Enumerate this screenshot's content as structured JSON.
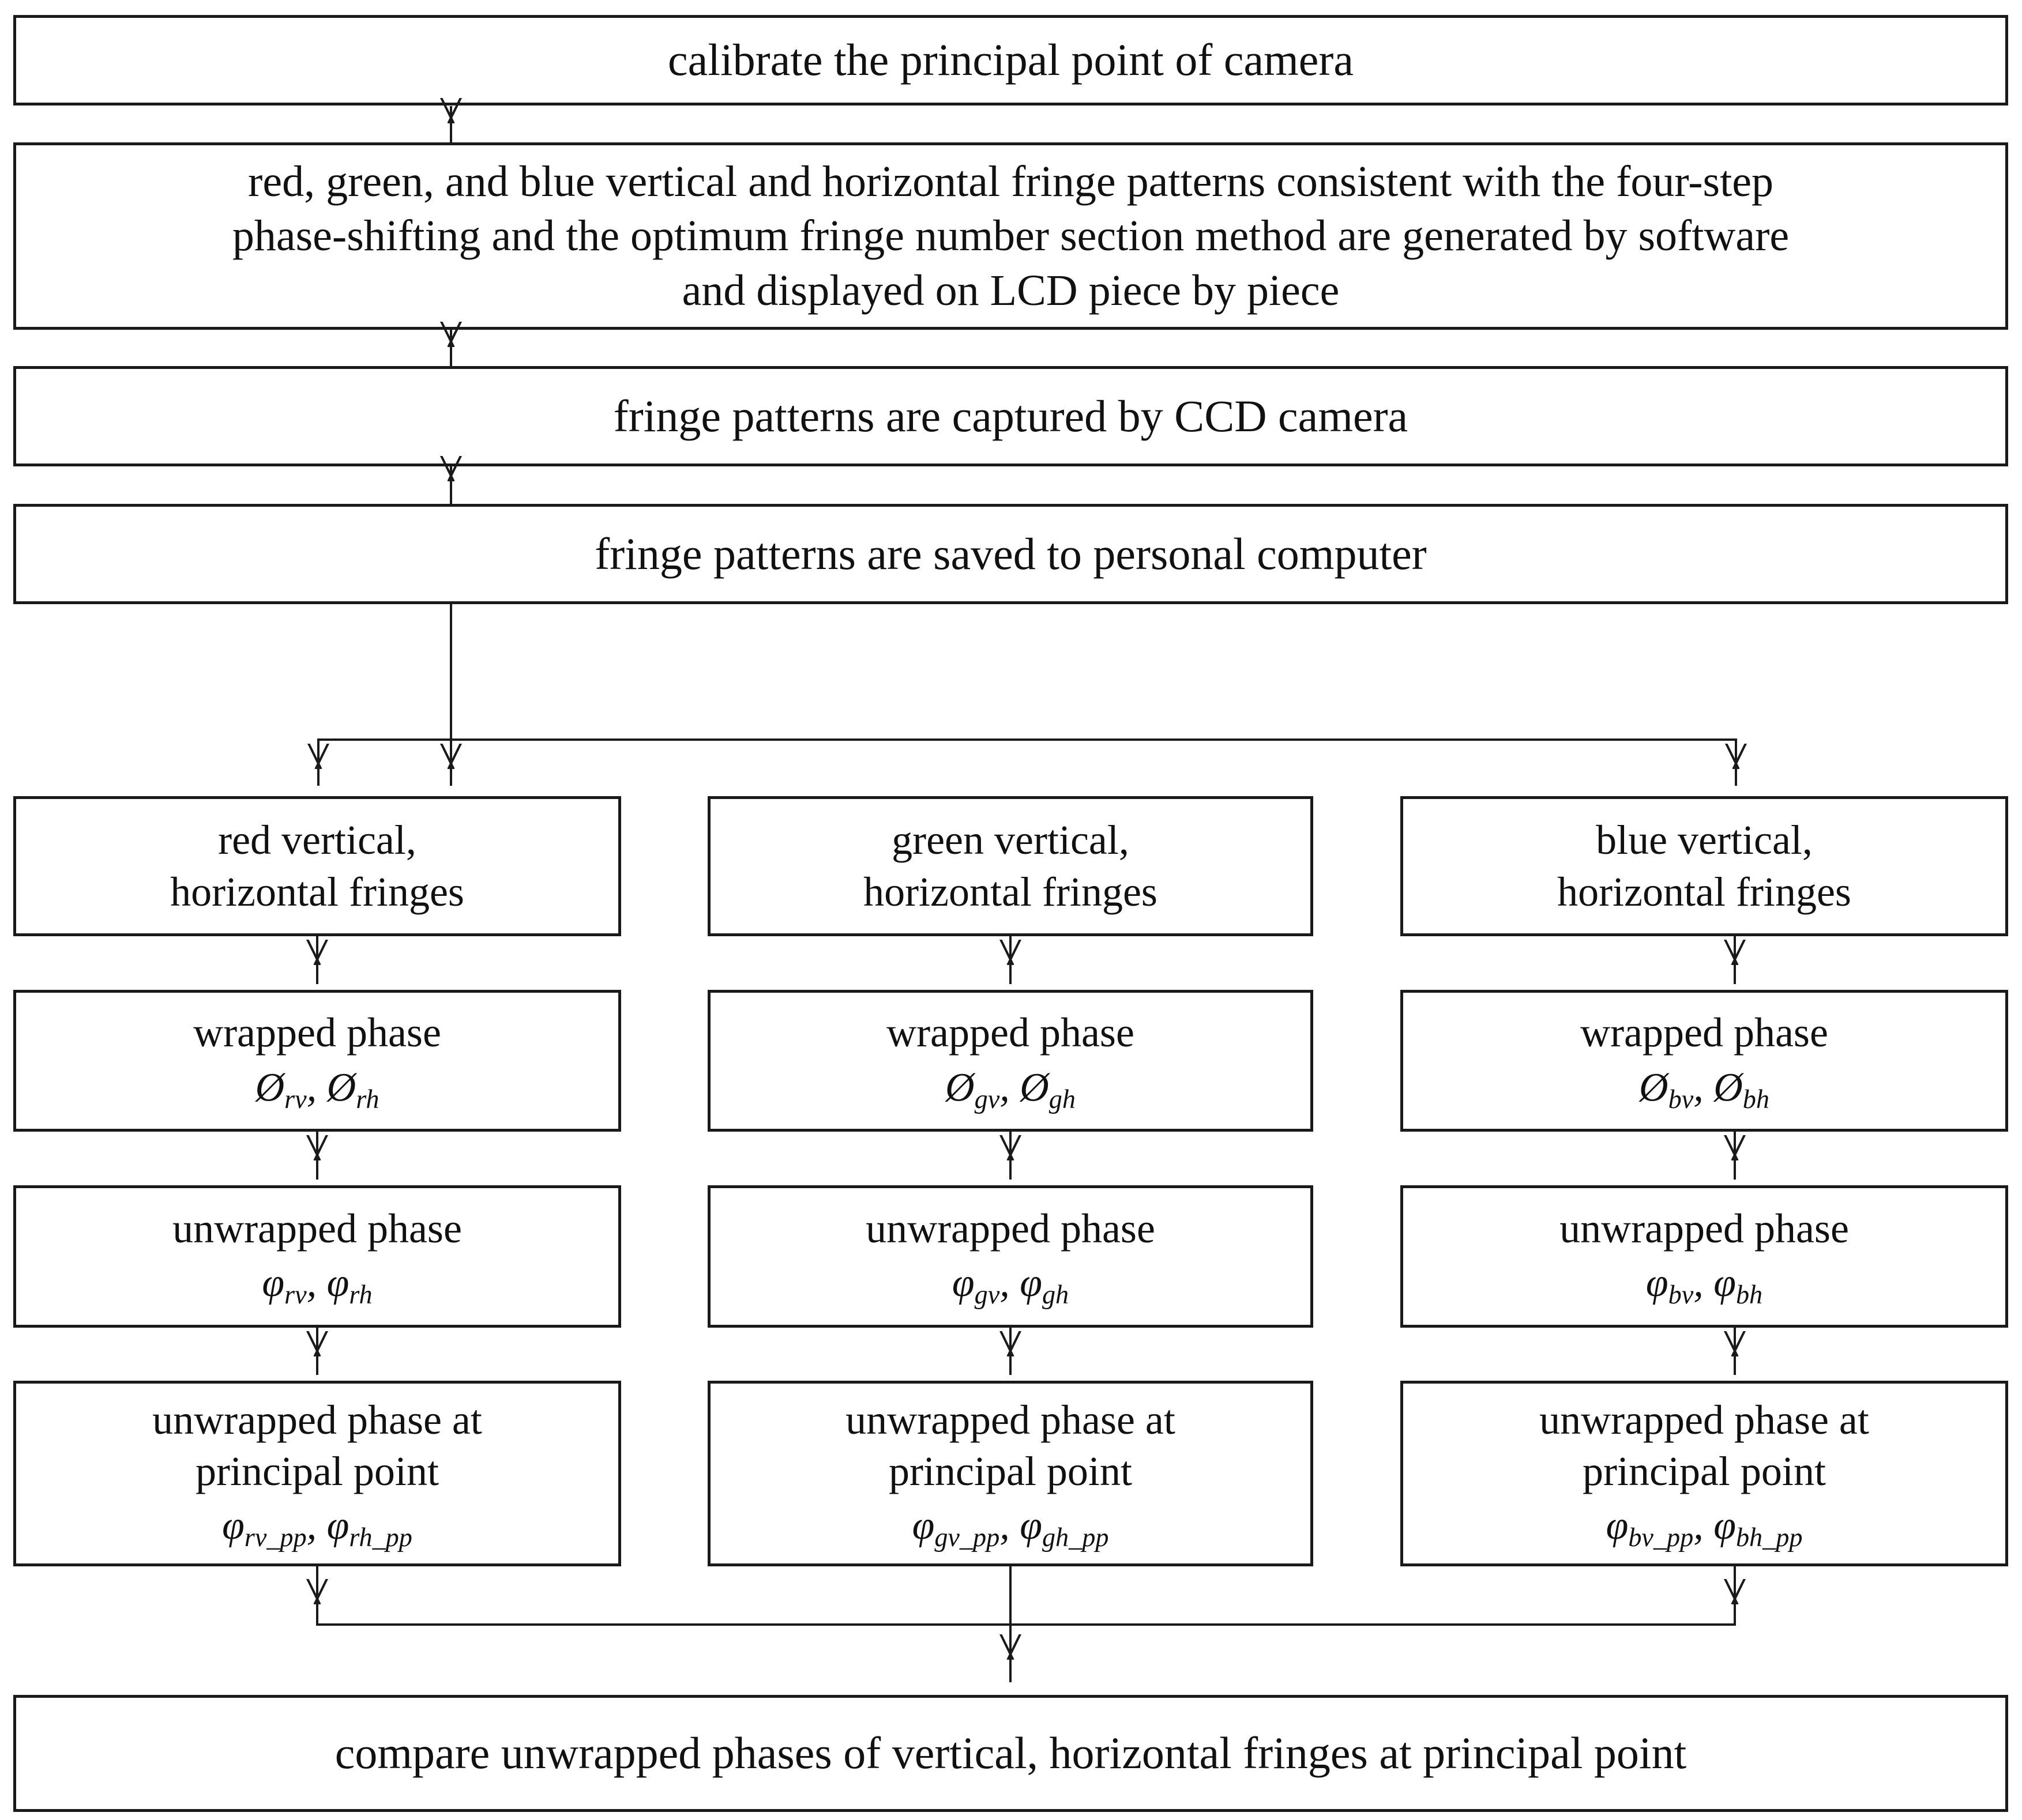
{
  "diagram": {
    "title": "flowchart of principal point phase comparison",
    "line_color": "#1a1a1a",
    "background": "#ffffff"
  },
  "nodes": {
    "calibrate": "calibrate the principal point of camera",
    "generate": "red, green, and blue vertical and horizontal fringe patterns consistent with the four-step\nphase-shifting and the optimum fringe number section method are generated by software\nand displayed on LCD piece by piece",
    "capture": "fringe patterns are captured by CCD camera",
    "save": "fringe patterns are saved to personal computer",
    "compare": "compare unwrapped phases of vertical, horizontal fringes at principal point"
  },
  "columns": [
    {
      "key": "red",
      "fringes": "red vertical,\nhorizontal fringes",
      "wrapped_label": "wrapped phase",
      "wrapped_symbols": [
        {
          "glyph": "Ø",
          "sub": "rv"
        },
        {
          "glyph": "Ø",
          "sub": "rh"
        }
      ],
      "unwrapped_label": "unwrapped phase",
      "unwrapped_symbols": [
        {
          "glyph": "φ",
          "sub": "rv"
        },
        {
          "glyph": "φ",
          "sub": "rh"
        }
      ],
      "pp_label": "unwrapped phase at\nprincipal point",
      "pp_symbols": [
        {
          "glyph": "φ",
          "sub": "rv_pp"
        },
        {
          "glyph": "φ",
          "sub": "rh_pp"
        }
      ]
    },
    {
      "key": "green",
      "fringes": "green vertical,\nhorizontal fringes",
      "wrapped_label": "wrapped phase",
      "wrapped_symbols": [
        {
          "glyph": "Ø",
          "sub": "gv"
        },
        {
          "glyph": "Ø",
          "sub": "gh"
        }
      ],
      "unwrapped_label": "unwrapped phase",
      "unwrapped_symbols": [
        {
          "glyph": "φ",
          "sub": "gv"
        },
        {
          "glyph": "φ",
          "sub": "gh"
        }
      ],
      "pp_label": "unwrapped phase at\nprincipal point",
      "pp_symbols": [
        {
          "glyph": "φ",
          "sub": "gv_pp"
        },
        {
          "glyph": "φ",
          "sub": "gh_pp"
        }
      ]
    },
    {
      "key": "blue",
      "fringes": "blue vertical,\nhorizontal fringes",
      "wrapped_label": "wrapped phase",
      "wrapped_symbols": [
        {
          "glyph": "Ø",
          "sub": "bv"
        },
        {
          "glyph": "Ø",
          "sub": "bh"
        }
      ],
      "unwrapped_label": "unwrapped phase",
      "unwrapped_symbols": [
        {
          "glyph": "φ",
          "sub": "bv"
        },
        {
          "glyph": "φ",
          "sub": "bh"
        }
      ],
      "pp_label": "unwrapped phase at\nprincipal point",
      "pp_symbols": [
        {
          "glyph": "φ",
          "sub": "bv_pp"
        },
        {
          "glyph": "φ",
          "sub": "bh_pp"
        }
      ]
    }
  ]
}
